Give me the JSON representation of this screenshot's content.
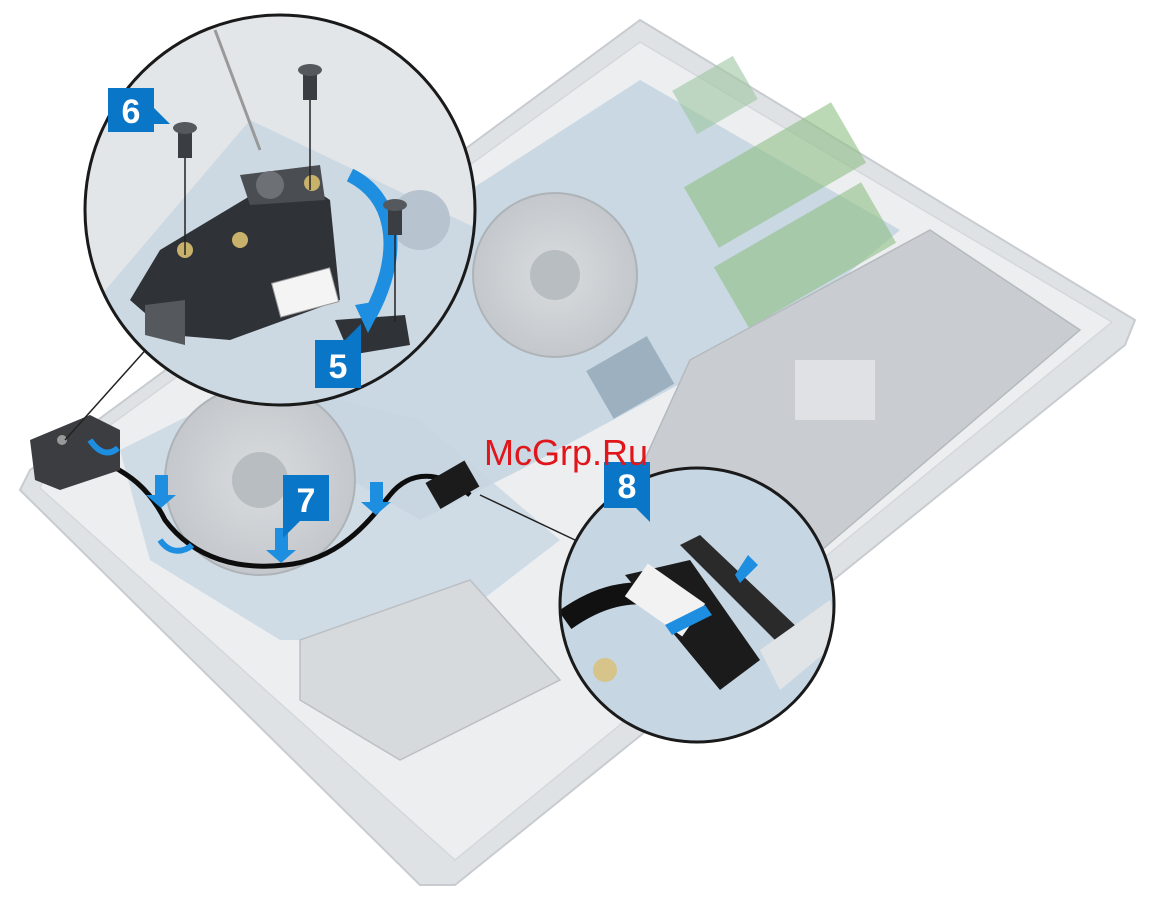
{
  "watermark": {
    "text": "McGrp.Ru",
    "color": "#e0161b"
  },
  "steps": [
    {
      "number": "6"
    },
    {
      "number": "5"
    },
    {
      "number": "7"
    },
    {
      "number": "8"
    }
  ],
  "colors": {
    "callout_blue": "#0a76c8",
    "arrow_blue": "#1e8fe0",
    "chassis": "#e6e8ea",
    "board": "#b9cbd8",
    "battery": "#cfd3d6",
    "cable": "#0d0d0d"
  },
  "icons": [
    "screw-icon",
    "hinge-icon",
    "fan-icon",
    "battery-icon",
    "arrow-icon",
    "cable-icon",
    "connector-icon"
  ]
}
